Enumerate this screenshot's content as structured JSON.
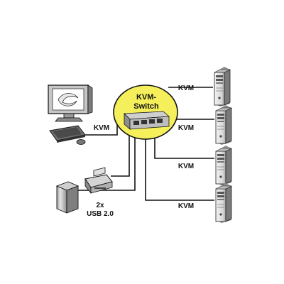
{
  "diagram": {
    "switch": {
      "title_line1": "KVM-",
      "title_line2": "Switch",
      "badge_color": "#f4ef5a"
    },
    "links": {
      "computer_1": "KVM",
      "computer_2": "KVM",
      "computer_3": "KVM",
      "computer_4": "KVM",
      "console": "KVM"
    },
    "usb": {
      "line1": "2x",
      "line2": "USB 2.0"
    },
    "devices": {
      "console": [
        "monitor-icon",
        "keyboard-icon",
        "mouse-icon"
      ],
      "usb_devices": [
        "printer-icon",
        "external-drive-icon"
      ],
      "computers": [
        "pc-tower-icon",
        "pc-tower-icon",
        "pc-tower-icon",
        "pc-tower-icon"
      ]
    }
  }
}
